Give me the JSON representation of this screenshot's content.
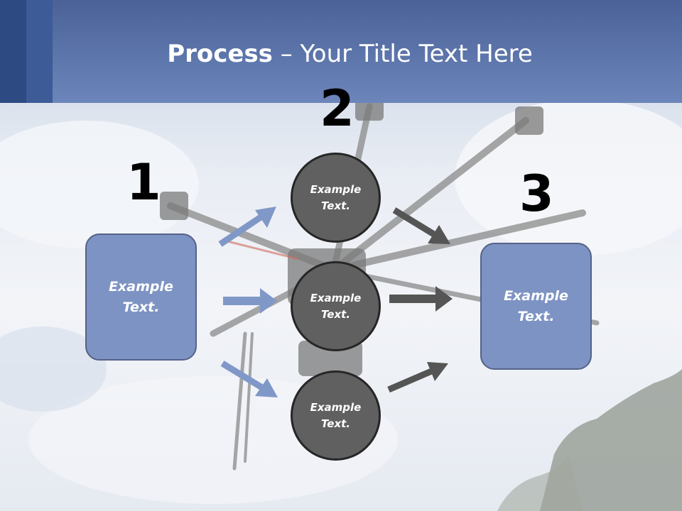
{
  "header": {
    "title_bold": "Process",
    "title_rest": " – Your Title Text Here"
  },
  "steps": {
    "n1": "1",
    "n2": "2",
    "n3": "3"
  },
  "left_box": {
    "line1": "Example",
    "line2": "Text."
  },
  "right_box": {
    "line1": "Example",
    "line2": "Text."
  },
  "circles": [
    {
      "line1": "Example",
      "line2": "Text."
    },
    {
      "line1": "Example",
      "line2": "Text."
    },
    {
      "line1": "Example",
      "line2": "Text."
    }
  ],
  "colors": {
    "header": "#6c85ba",
    "box_fill": "#7d93c3",
    "circle_fill": "#606060",
    "blue_arrow": "#8098c8",
    "dark_arrow": "#555555"
  }
}
